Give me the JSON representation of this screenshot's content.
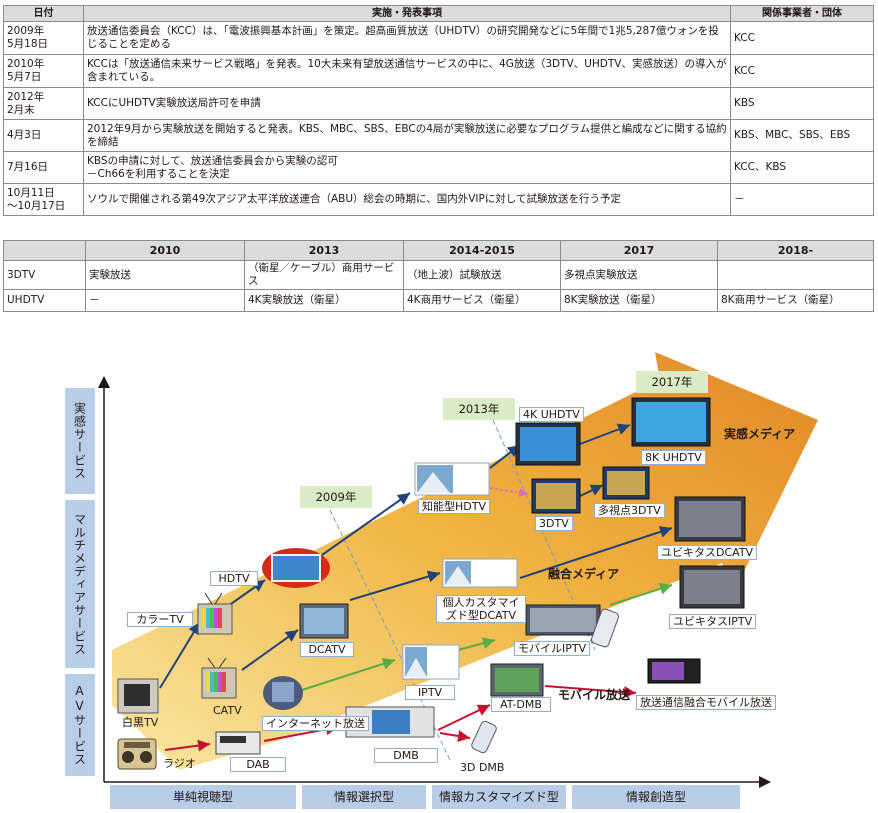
{
  "timeline_table": {
    "headers": [
      "日付",
      "実施・発表事項",
      "関係事業者・団体"
    ],
    "rows": [
      {
        "date": "2009年\n5月18日",
        "event": "放送通信委員会（KCC）は、「電波振興基本計画」を策定。超高画質放送（UHDTV）の研究開発などに5年間で1兆5,287億ウォンを投じることを定める",
        "org": "KCC"
      },
      {
        "date": "2010年\n5月7日",
        "event": "KCCは「放送通信未来サービス戦略」を発表。10大未来有望放送通信サービスの中に、4G放送（3DTV、UHDTV、実感放送）の導入が含まれている。",
        "org": "KCC"
      },
      {
        "date": "2012年\n2月末",
        "event": "KCCにUHDTV実験放送局許可を申請",
        "org": "KBS"
      },
      {
        "date": "4月3日",
        "event": "2012年9月から実験放送を開始すると発表。KBS、MBC、SBS、EBCの4局が実験放送に必要なプログラム提供と編成などに関する協約を締結",
        "org": "KBS、MBC、SBS、EBS"
      },
      {
        "date": "7月16日",
        "event": "KBSの申請に対して、放送通信委員会から実験の認可\n－Ch66を利用することを決定",
        "org": "KCC、KBS"
      },
      {
        "date": "10月11日\n～10月17日",
        "event": "ソウルで開催される第49次アジア太平洋放送連合（ABU）総会の時期に、国内外VIPに対して試験放送を行う予定",
        "org": "－"
      }
    ]
  },
  "roadmap_table": {
    "headers": [
      "",
      "2010",
      "2013",
      "2014-2015",
      "2017",
      "2018-"
    ],
    "rows": [
      {
        "label": "3DTV",
        "cells": [
          "実験放送",
          "（衛星／ケーブル）商用サービス",
          "（地上波）試験放送",
          "多視点実験放送",
          ""
        ]
      },
      {
        "label": "UHDTV",
        "cells": [
          "－",
          "4K実験放送（衛星）",
          "4K商用サービス（衛星）",
          "8K実験放送（衛星）",
          "8K商用サービス（衛星）"
        ]
      }
    ]
  },
  "diagram": {
    "y_categories": [
      "実感サービス",
      "マルチメディアサービス",
      "AVサービス"
    ],
    "x_categories": [
      "単純視聴型",
      "情報選択型",
      "情報カスタマイズド型",
      "情報創造型"
    ],
    "years": [
      "2009年",
      "2013年",
      "2017年"
    ],
    "media_labels": {
      "jikkan": "実感メディア",
      "yugo": "融合メディア",
      "mobile": "モバイル放送"
    },
    "nodes": {
      "radio": "ラジオ",
      "dab": "DAB",
      "bw_tv": "白黒TV",
      "color_tv": "カラーTV",
      "catv": "CATV",
      "hdtv": "HDTV",
      "dcatv": "DCATV",
      "internet": "インターネット放送",
      "dmb": "DMB",
      "iptv": "IPTV",
      "at_dmb": "AT-DMB",
      "dmb3d": "3D DMB",
      "mobile_iptv": "モバイルIPTV",
      "custom_dcatv": "個人カスタマイ\nズド型DCATV",
      "smart_hdtv": "知能型HDTV",
      "uhdtv4k": "4K UHDTV",
      "tv3d": "3DTV",
      "multiview3d": "多視点3DTV",
      "uhdtv8k": "8K UHDTV",
      "ubiq_dcatv": "ユビキタスDCATV",
      "ubiq_iptv": "ユビキタスIPTV",
      "conv_mobile": "放送通信融合モバイル放送"
    },
    "colors": {
      "arrow_light": "#f6cf55",
      "arrow_dark": "#e38b1c",
      "xcat_bg": "#b8cde8",
      "year_bg": "#d9ebc7",
      "flow_blue": "#23427a",
      "flow_green": "#5aac44",
      "flow_red": "#c8102e",
      "flow_pink": "#d66fc0"
    }
  }
}
